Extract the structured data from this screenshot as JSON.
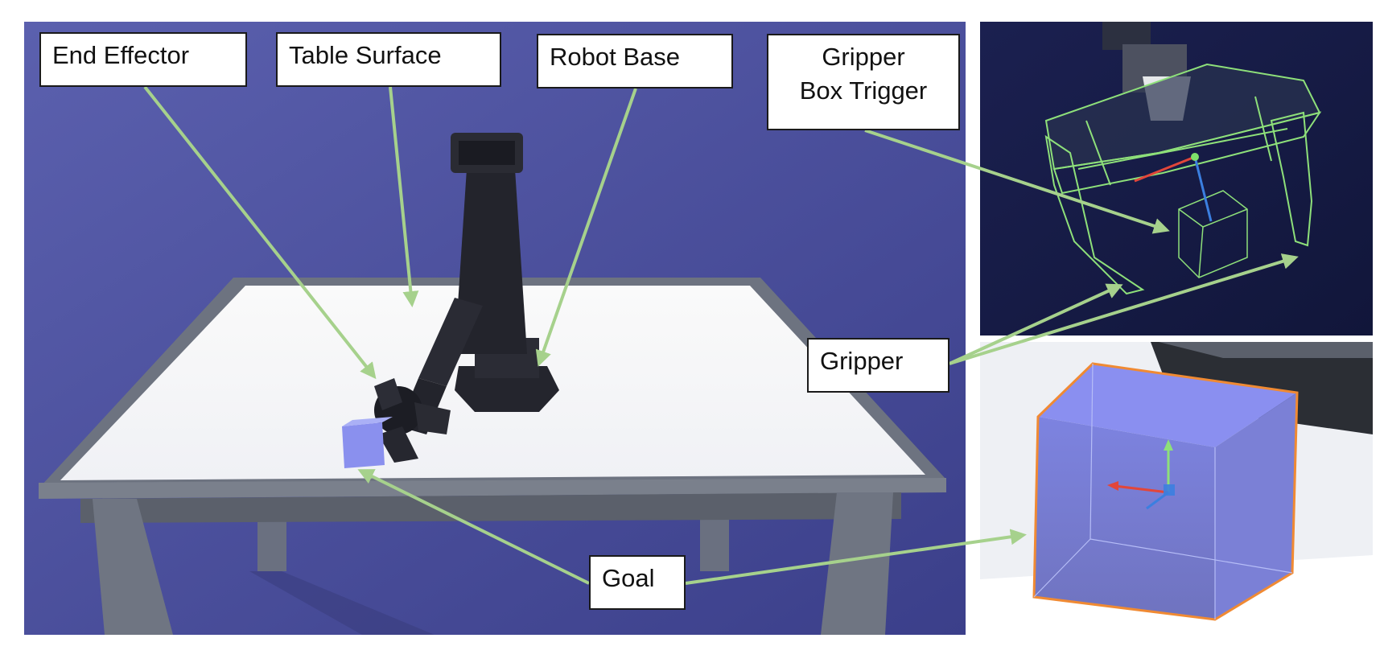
{
  "labels": {
    "end_effector": "End Effector",
    "table_surface": "Table Surface",
    "robot_base": "Robot Base",
    "gripper_box_trigger": "Gripper\nBox Trigger",
    "gripper": "Gripper",
    "goal": "Goal"
  },
  "colors": {
    "scene_background": "#4a4f9a",
    "arrow": "#a6d18c",
    "table_top": "#ffffff",
    "table_frame": "#6d7380",
    "robot": "#1e1f26",
    "gripper_panel_bg": "#151a45",
    "gripper_wireframe": "#8ee07a",
    "goal_cube": "#7f86e8",
    "goal_outline": "#f08a33"
  }
}
